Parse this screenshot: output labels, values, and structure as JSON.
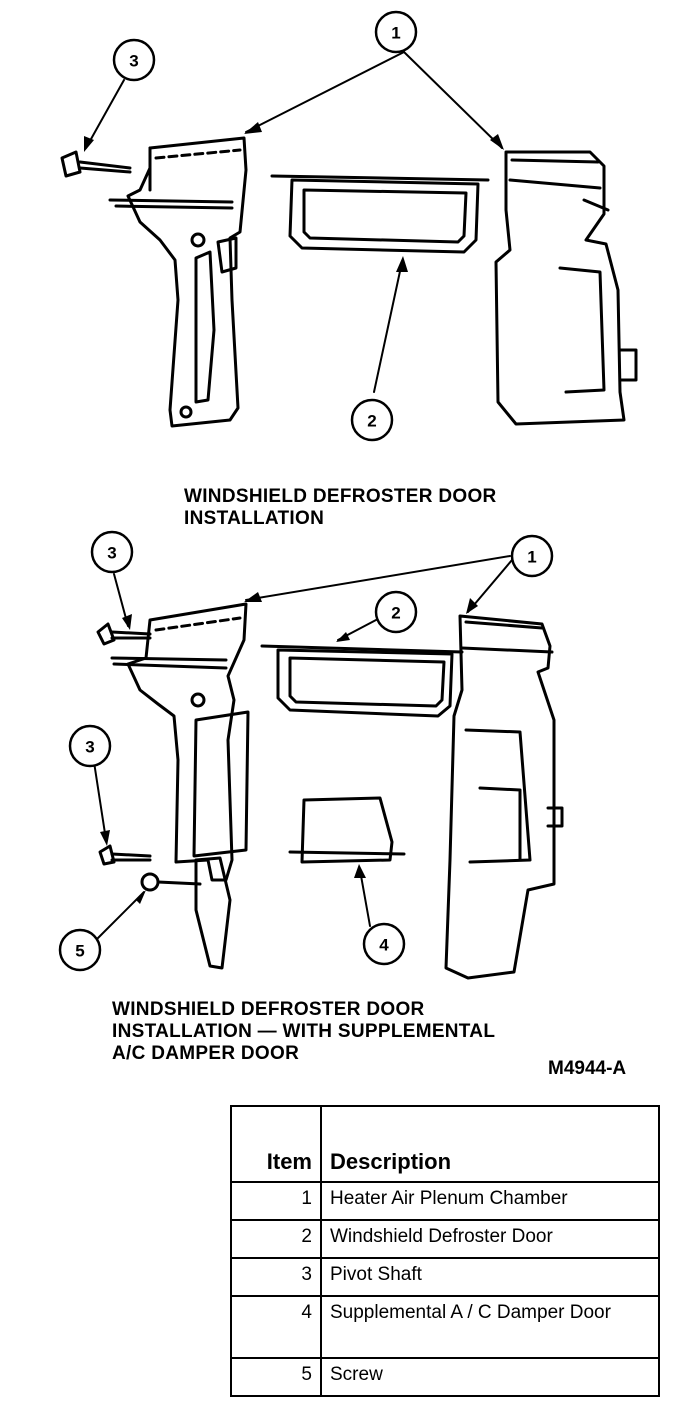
{
  "captions": {
    "top": [
      "WINDSHIELD DEFROSTER DOOR",
      "INSTALLATION"
    ],
    "bottom": [
      "WINDSHIELD DEFROSTER DOOR",
      "INSTALLATION — WITH SUPPLEMENTAL",
      "A/C DAMPER DOOR"
    ]
  },
  "figure_id": "M4944-A",
  "callouts": {
    "top": [
      "1",
      "2",
      "3"
    ],
    "bottom": [
      "1",
      "2",
      "3",
      "3",
      "4",
      "5"
    ]
  },
  "legend": {
    "headers": {
      "item": "Item",
      "description": "Description"
    },
    "rows": [
      {
        "item": "1",
        "description": "Heater Air Plenum Chamber"
      },
      {
        "item": "2",
        "description": "Windshield Defroster Door"
      },
      {
        "item": "3",
        "description": "Pivot Shaft"
      },
      {
        "item": "4",
        "description": "Supplemental A / C Damper Door"
      },
      {
        "item": "5",
        "description": "Screw"
      }
    ]
  }
}
